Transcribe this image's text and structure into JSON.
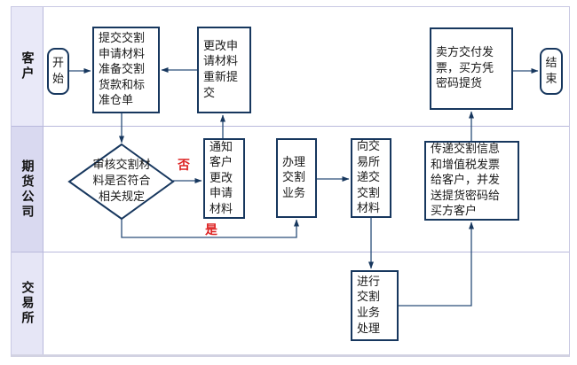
{
  "lanes": [
    {
      "id": "customer",
      "label": "客户"
    },
    {
      "id": "futures-company",
      "label": "期货公司"
    },
    {
      "id": "exchange",
      "label": "交易所"
    }
  ],
  "nodes": {
    "start": {
      "type": "terminator",
      "label": "开\n始"
    },
    "submit_materials": {
      "type": "process",
      "label": "提交交割\n申请材料\n准备交割\n货款和标\n准仓单"
    },
    "resubmit": {
      "type": "process",
      "label": "更改申\n请材料\n重新提\n交"
    },
    "seller_invoice": {
      "type": "process",
      "label": "卖方交付发\n票，买方凭\n密码提货"
    },
    "end": {
      "type": "terminator",
      "label": "结\n束"
    },
    "review_decision": {
      "type": "decision",
      "label": "审核交割材\n料是否符合\n相关规定"
    },
    "notify_customer": {
      "type": "process",
      "label": "通知\n客户\n更改\n申请\n材料"
    },
    "handle_delivery": {
      "type": "process",
      "label": "办理\n交割\n业务"
    },
    "submit_to_exchange": {
      "type": "process",
      "label": "向交\n易所\n递交\n交割\n材料"
    },
    "transmit_info": {
      "type": "process",
      "label": "传递交割信息\n和增值税发票\n给客户，并发\n送提货密码给\n买方客户"
    },
    "process_delivery": {
      "type": "process",
      "label": "进行\n交割\n业务\n处理"
    }
  },
  "edge_labels": {
    "no": "否",
    "yes": "是"
  },
  "colors": {
    "node_border": "#17375e",
    "connector_line": "#2a4d79",
    "decision_label_red": "#dd2222",
    "lane_label_bg_light": "#e9e9f8",
    "lane_label_bg_dark": "#d9d9f0",
    "lane_divider": "#b9b9dc"
  }
}
